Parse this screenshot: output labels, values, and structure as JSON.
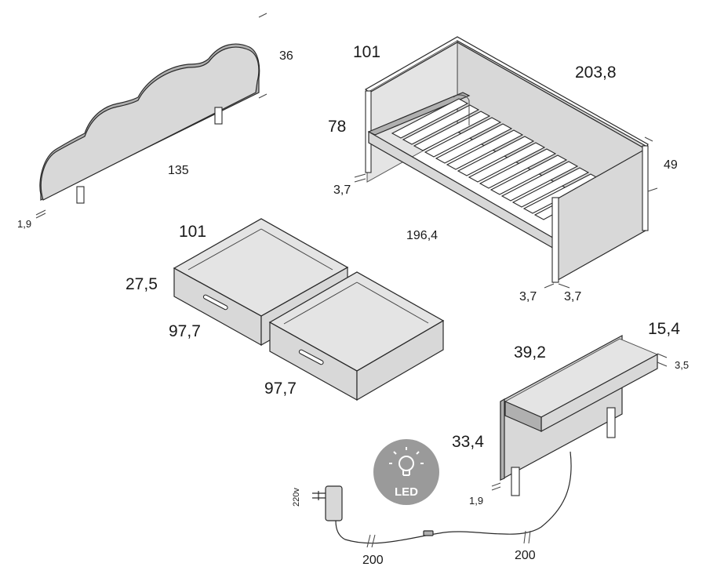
{
  "headboard": {
    "height": "36",
    "width": "135",
    "thickness": "1,9"
  },
  "bed": {
    "width": "101",
    "length": "203,8",
    "height": "78",
    "side_height": "49",
    "inner_length": "196,4",
    "leg_left": "3,7",
    "leg_a": "3,7",
    "leg_b": "3,7"
  },
  "drawers": {
    "width": "101",
    "height": "27,5",
    "depth_1": "97,7",
    "depth_2": "97,7"
  },
  "shelf": {
    "width": "39,2",
    "depth": "15,4",
    "thickness": "3,5",
    "height": "33,4",
    "panel_thickness": "1,9"
  },
  "led": {
    "badge": "LED",
    "voltage": "220v",
    "cable_1": "200",
    "cable_2": "200",
    "icon": "bulb-icon"
  }
}
